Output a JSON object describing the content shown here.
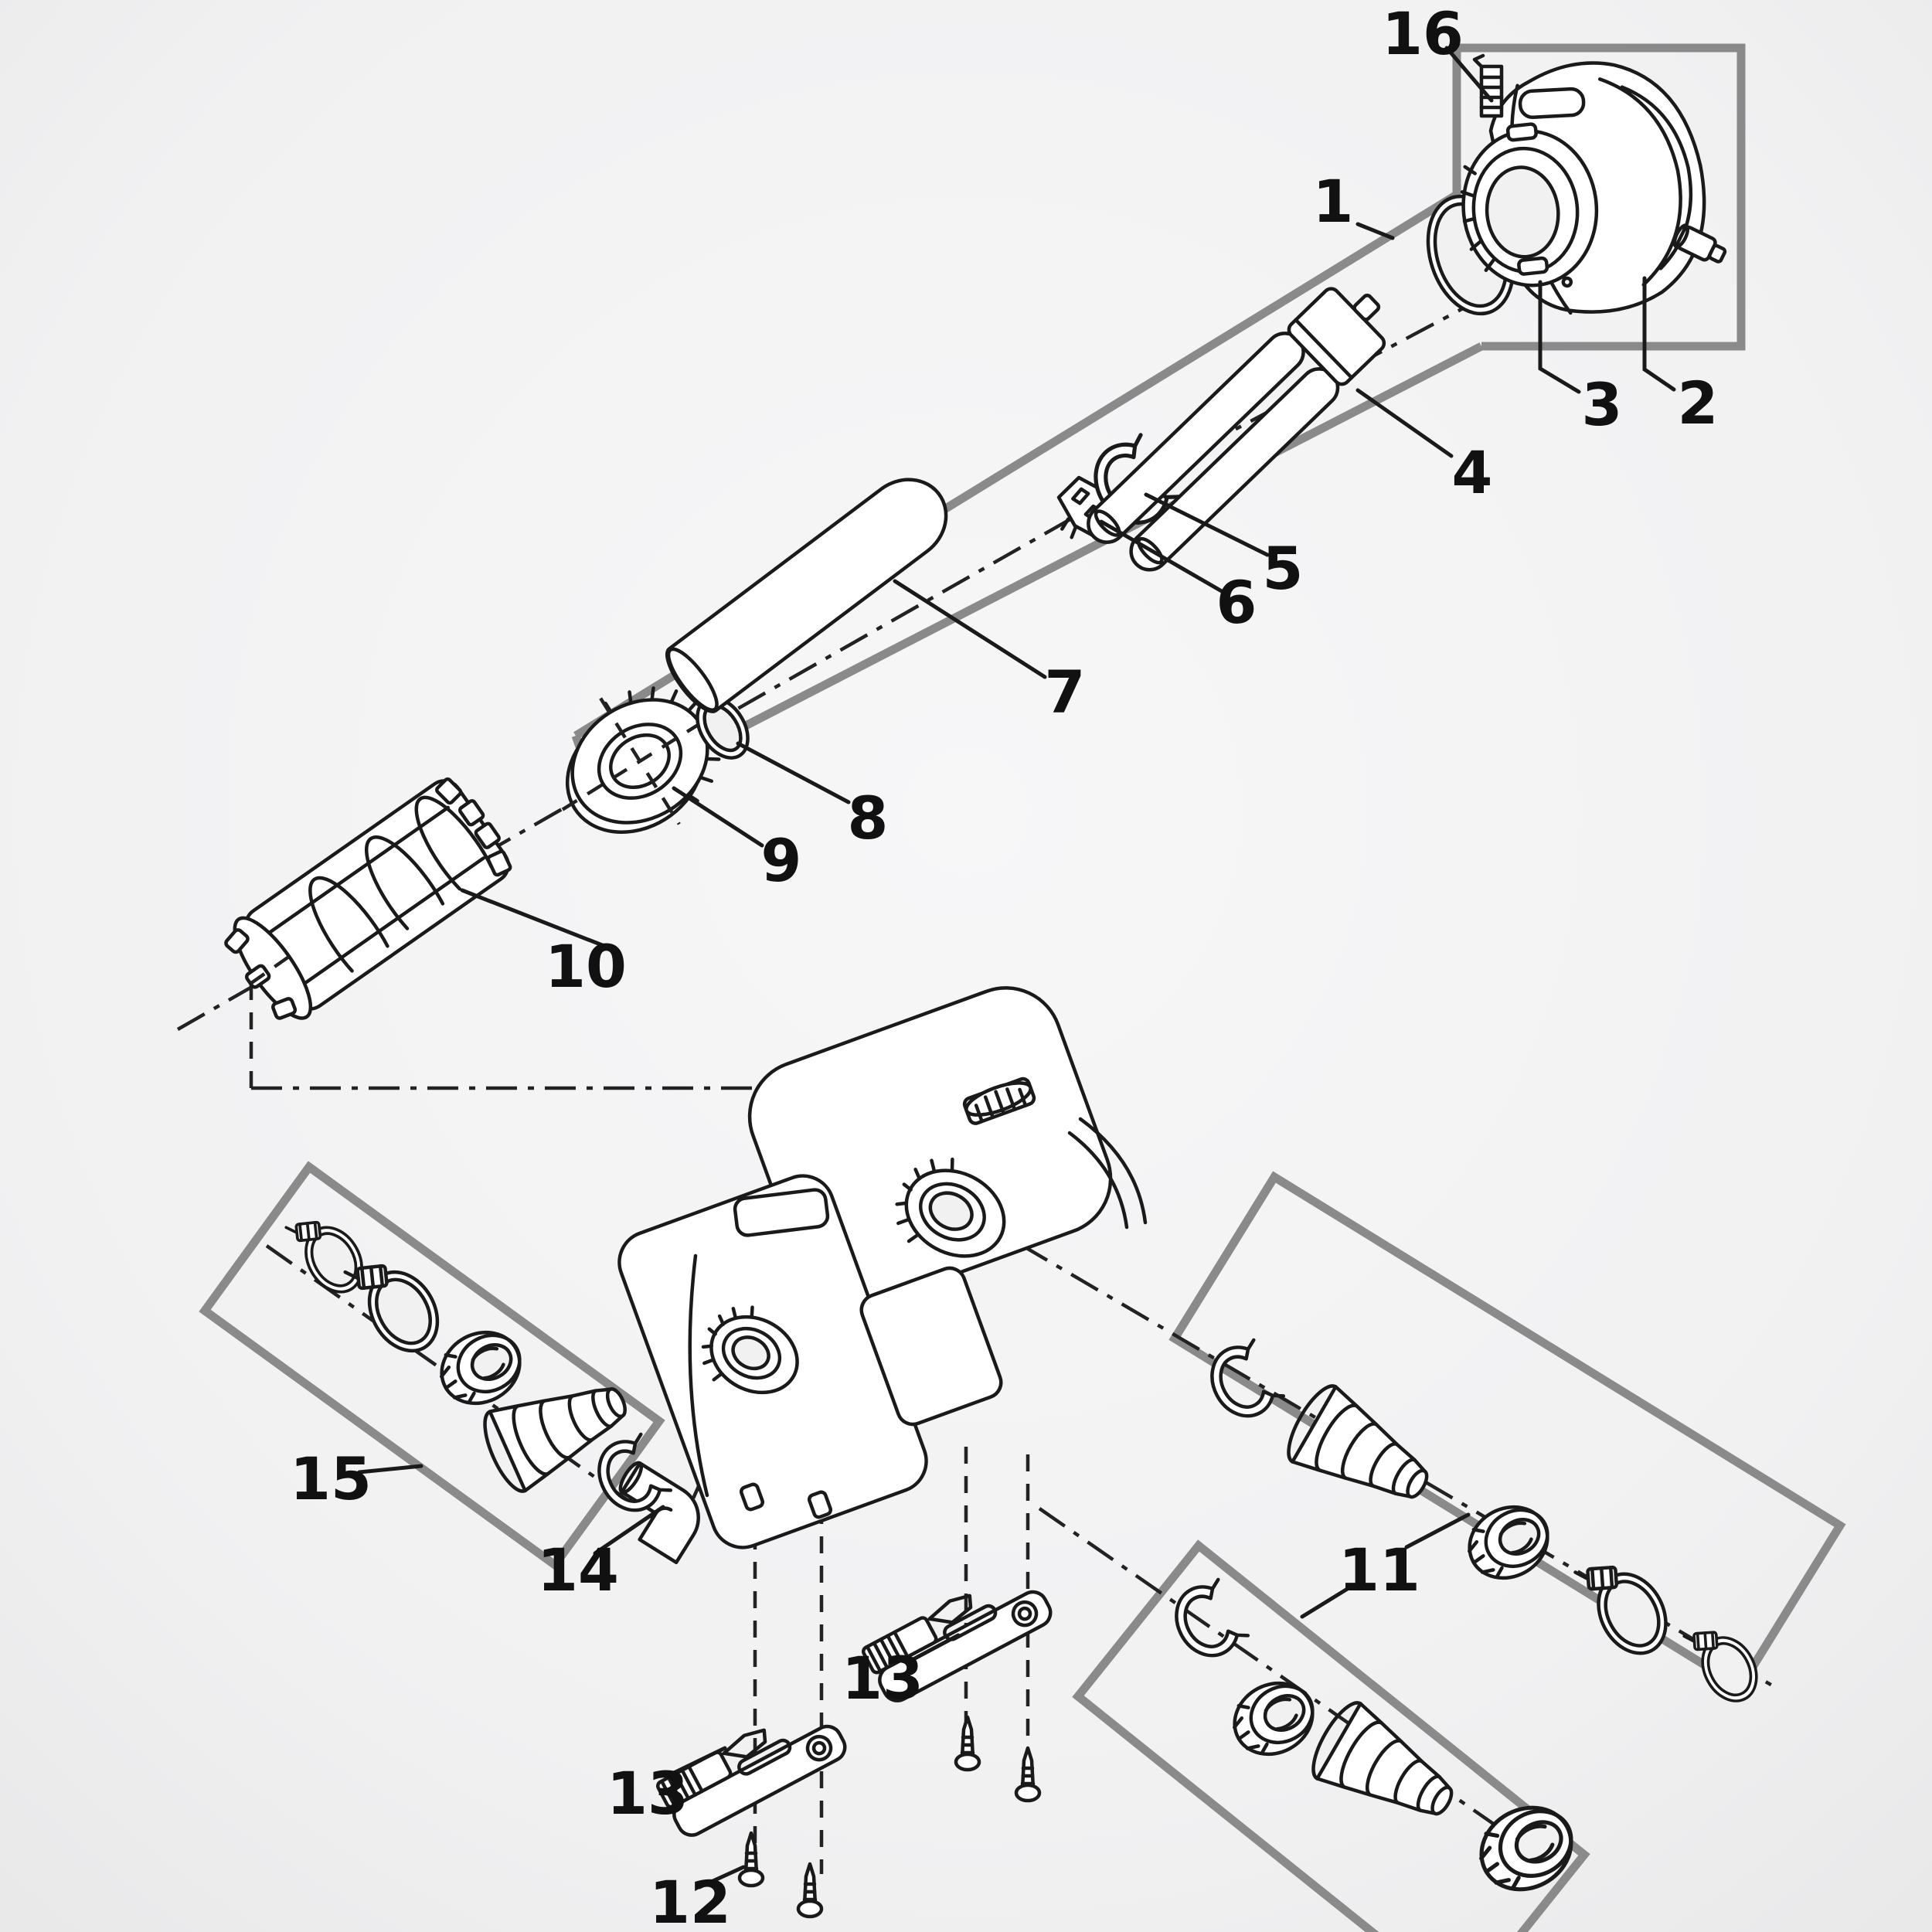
{
  "diagram": {
    "kind": "exploded-parts-diagram",
    "device": "uv-clarifier-unit",
    "colors": {
      "background": "#f2f2f3",
      "line": "#1a1a1a",
      "frame_gray": "#8a8a8a",
      "label": "#111111"
    },
    "callouts": [
      {
        "id": "1",
        "label": "1"
      },
      {
        "id": "2",
        "label": "2"
      },
      {
        "id": "3",
        "label": "3"
      },
      {
        "id": "4",
        "label": "4"
      },
      {
        "id": "5",
        "label": "5"
      },
      {
        "id": "6",
        "label": "6"
      },
      {
        "id": "7",
        "label": "7"
      },
      {
        "id": "8",
        "label": "8"
      },
      {
        "id": "9",
        "label": "9"
      },
      {
        "id": "10",
        "label": "10"
      },
      {
        "id": "11",
        "label": "11"
      },
      {
        "id": "12",
        "label": "12"
      },
      {
        "id": "13a",
        "label": "13"
      },
      {
        "id": "13b",
        "label": "13"
      },
      {
        "id": "14",
        "label": "14"
      },
      {
        "id": "15",
        "label": "15"
      },
      {
        "id": "16",
        "label": "16"
      }
    ]
  }
}
